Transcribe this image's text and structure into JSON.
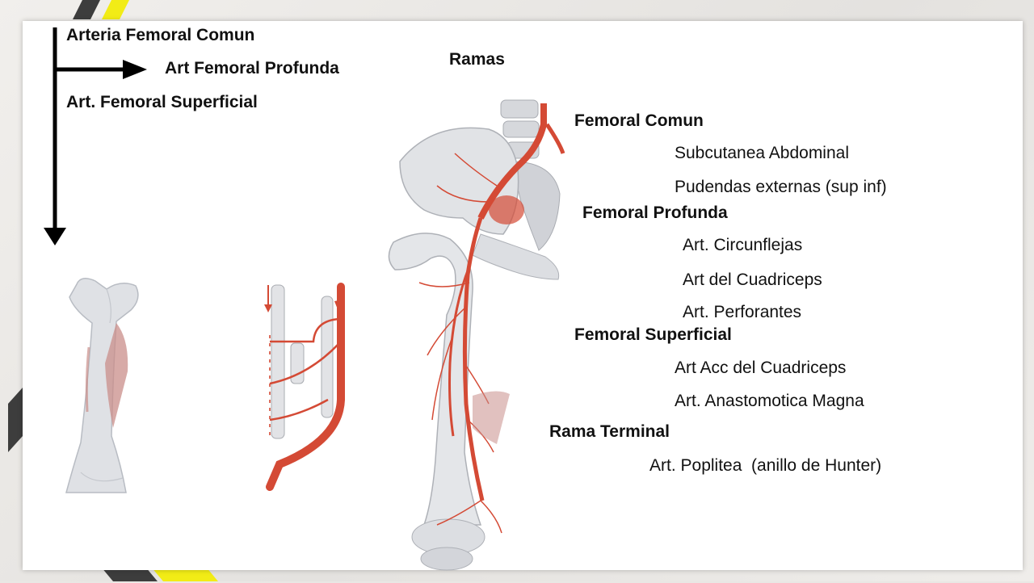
{
  "flow": {
    "common": "Arteria Femoral Comun",
    "deep": "Art Femoral Profunda",
    "superficial": "Art. Femoral Superficial",
    "ramas": "Ramas"
  },
  "branches": {
    "comun_title": "Femoral Comun",
    "comun_items": [
      "Subcutanea Abdominal",
      "Pudendas externas (sup inf)"
    ],
    "profunda_title": "Femoral Profunda",
    "profunda_items": [
      "Art. Circunflejas",
      "Art del Cuadriceps",
      "Art. Perforantes"
    ],
    "superficial_title": "Femoral Superficial",
    "superficial_items": [
      "Art Acc del Cuadriceps",
      "Art. Anastomotica Magna"
    ],
    "terminal_title": "Rama Terminal",
    "terminal_items": [
      "Art. Poplitea  (anillo de Hunter)"
    ]
  },
  "colors": {
    "artery": "#d44a35",
    "bone": "#d9dbdf",
    "deco_yellow": "#f2ec16",
    "deco_dark": "#3d3d3d"
  }
}
